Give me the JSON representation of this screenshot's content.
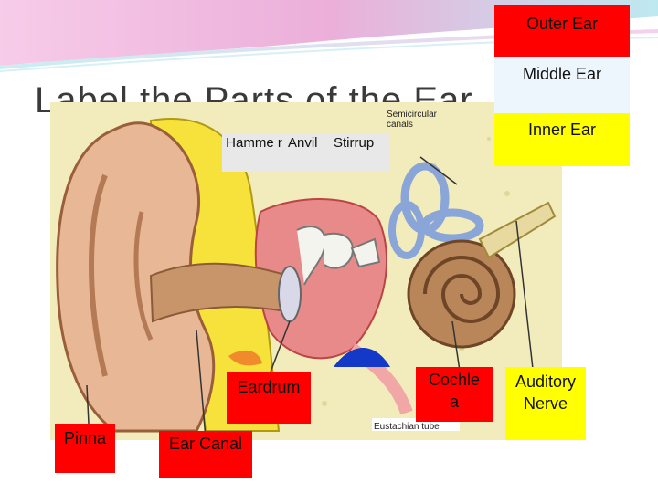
{
  "slide": {
    "title": "Label the Parts of the Ear"
  },
  "key": {
    "outer_ear": "Outer Ear",
    "middle_ear": "Middle Ear",
    "inner_ear": "Inner Ear"
  },
  "labels": {
    "hammer": "Hamme r",
    "anvil": "Anvil",
    "stirrup": "Stirrup",
    "eardrum": "Eardrum",
    "cochlea": "Cochle a",
    "auditory_nerve": "Auditory Nerve",
    "pinna": "Pinna",
    "ear_canal": "Ear Canal"
  },
  "diagram_text": {
    "semicircular_canals": "Semicircular canals",
    "eustachian_tube": "Eustachian tube"
  },
  "colors": {
    "outer": "#ff0000",
    "middle": "#eef6fd",
    "inner": "#ffff00"
  }
}
